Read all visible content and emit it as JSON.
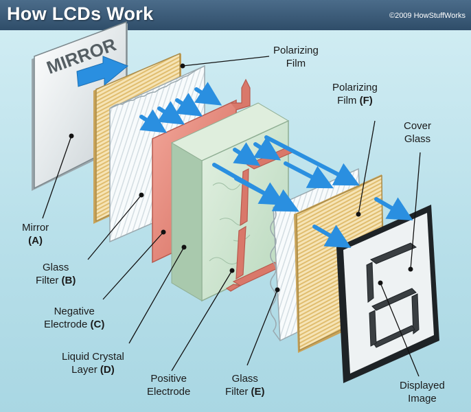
{
  "header": {
    "title": "How LCDs Work",
    "copyright": "©2009 HowStuffWorks"
  },
  "mirror_text": "MIRROR",
  "labels": {
    "polarizing_film_top": {
      "line1": "Polarizing",
      "line2": "Film"
    },
    "polarizing_film_f": {
      "line1": "Polarizing",
      "line2": "Film",
      "tag": "(F)"
    },
    "cover_glass": {
      "line1": "Cover",
      "line2": "Glass"
    },
    "mirror": {
      "line1": "Mirror",
      "tag": "(A)"
    },
    "glass_filter_b": {
      "line1": "Glass",
      "line2": "Filter",
      "tag": "(B)"
    },
    "negative_electrode": {
      "line1": "Negative",
      "line2": "Electrode",
      "tag": "(C)"
    },
    "liquid_crystal": {
      "line1": "Liquid Crystal",
      "line2": "Layer",
      "tag": "(D)"
    },
    "positive_electrode": {
      "line1": "Positive",
      "line2": "Electrode"
    },
    "glass_filter_e": {
      "line1": "Glass",
      "line2": "Filter",
      "tag": "(E)"
    },
    "displayed_image": {
      "line1": "Displayed",
      "line2": "Image"
    }
  },
  "colors": {
    "header": "#3a5a78",
    "background": "#bfe3ec",
    "arrow": "#2a8fe0",
    "electrode": "#d9786a",
    "liquid_crystal": "#cfe6cf",
    "polarizer": "#f1d9a0"
  }
}
